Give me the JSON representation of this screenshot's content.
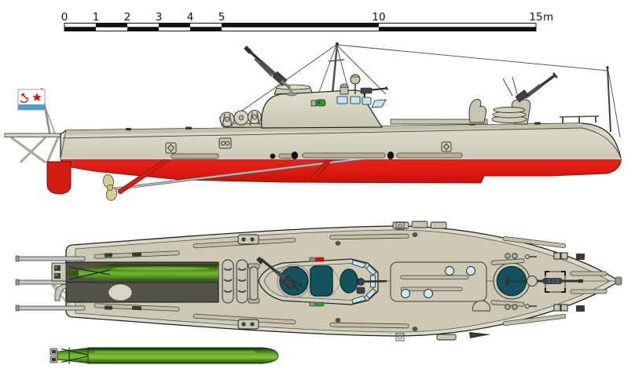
{
  "scale_bar": {
    "ticks": [
      "0",
      "1",
      "2",
      "3",
      "4",
      "5",
      "10",
      "15"
    ],
    "unit": "m"
  },
  "colors": {
    "background": "#ffffff",
    "outline": "#1c1c1c",
    "hull_khaki": "#d7d4c2",
    "deck_khaki": "#cdc9b5",
    "superstructure_khaki": "#d6d3c1",
    "strip_khaki": "#c2bfa8",
    "hull_red": "#dd1a12",
    "rudder_red": "#d21c14",
    "boot_line": "#f2f2ee",
    "trough_gray": "#535249",
    "torpedo_green_light": "#72b52f",
    "torpedo_green_dark": "#2a4e0c",
    "hatch_teal": "#14525e",
    "window_blue": "#bfe6f2",
    "flag_blue": "#4aa0d6",
    "flag_red": "#cc1111",
    "nav_green": "#2aa02a",
    "gunmetal": "#2f333a",
    "rail_gray": "#c6c6c2",
    "propeller_brass": "#d5cd9a",
    "scale_black": "#111111"
  }
}
